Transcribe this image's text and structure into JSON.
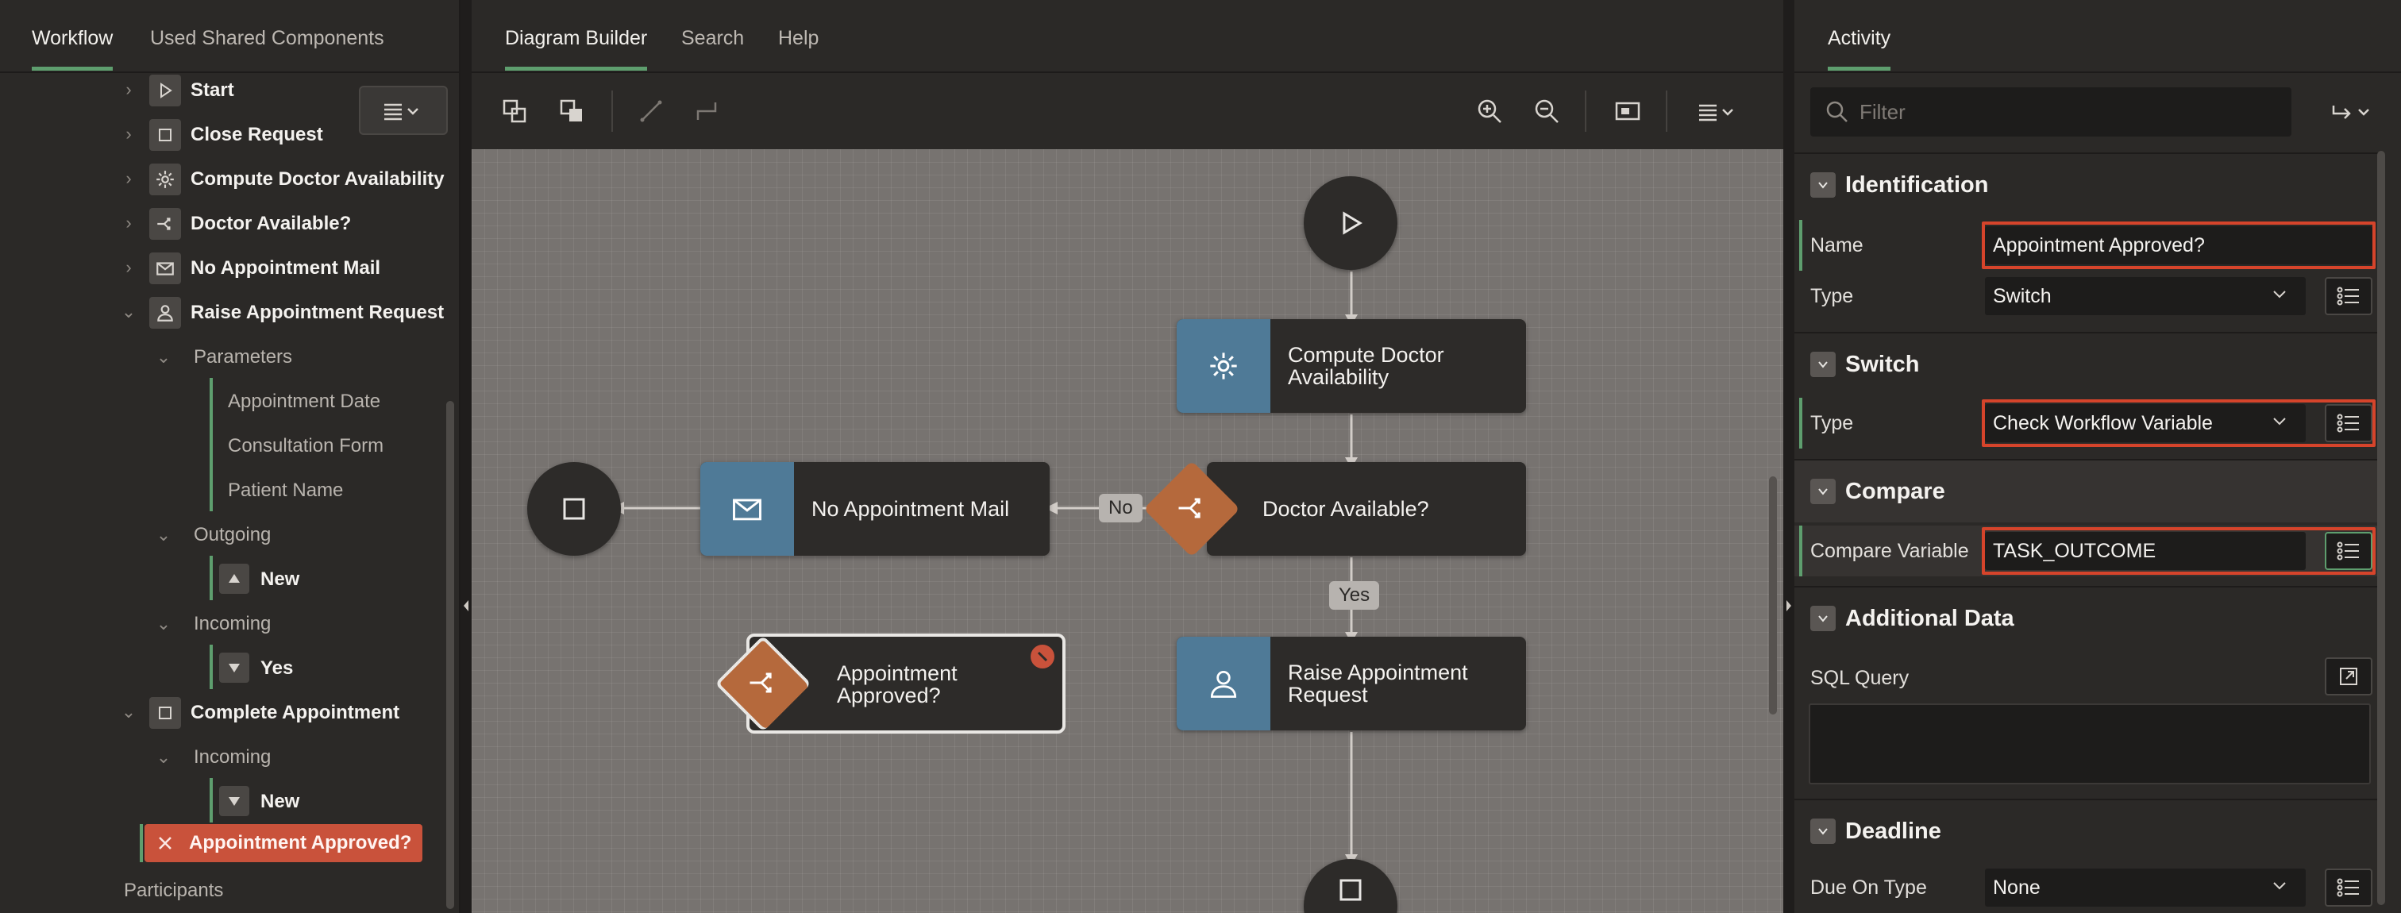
{
  "left_panel": {
    "tabs": [
      "Workflow",
      "Used Shared Components"
    ],
    "tree": {
      "start": "Start",
      "close_request": "Close Request",
      "compute_doctor": "Compute Doctor Availability",
      "doctor_available": "Doctor Available?",
      "no_appointment_mail": "No Appointment Mail",
      "raise_request": "Raise Appointment Request",
      "parameters": "Parameters",
      "param_date": "Appointment Date",
      "param_form": "Consultation Form",
      "param_patient": "Patient Name",
      "outgoing": "Outgoing",
      "outgoing_new": "New",
      "incoming": "Incoming",
      "incoming_yes": "Yes",
      "complete_appointment": "Complete Appointment",
      "incoming2": "Incoming",
      "incoming2_new": "New",
      "appointment_approved": "Appointment Approved?",
      "participants": "Participants"
    }
  },
  "center_panel": {
    "tabs": [
      "Diagram Builder",
      "Search",
      "Help"
    ],
    "nodes": {
      "compute_doctor": "Compute Doctor Availability",
      "no_appointment_mail": "No Appointment Mail",
      "doctor_available": "Doctor Available?",
      "appointment_approved": "Appointment Approved?",
      "raise_request": "Raise Appointment Request"
    },
    "connectors": {
      "no": "No",
      "yes": "Yes"
    }
  },
  "right_panel": {
    "tab": "Activity",
    "filter_placeholder": "Filter",
    "sections": {
      "identification": "Identification",
      "switch": "Switch",
      "compare": "Compare",
      "additional_data": "Additional Data",
      "deadline": "Deadline"
    },
    "fields": {
      "name_label": "Name",
      "name_value": "Appointment Approved?",
      "type_label": "Type",
      "type_value": "Switch",
      "switch_type_label": "Type",
      "switch_type_value": "Check Workflow Variable",
      "compare_var_label": "Compare Variable",
      "compare_var_value": "TASK_OUTCOME",
      "sql_query_label": "SQL Query",
      "due_on_type_label": "Due On Type",
      "due_on_type_value": "None"
    }
  },
  "colors": {
    "accent_green": "#5e9e6e",
    "error_red": "#c9523b",
    "highlight_red": "#d6442b",
    "activity_blue": "#4f7a97",
    "gateway_orange": "#b5693c"
  }
}
